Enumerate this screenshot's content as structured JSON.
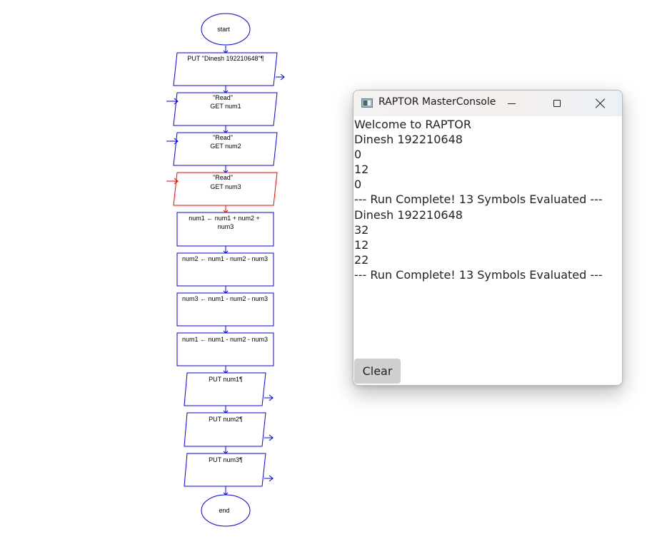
{
  "flowchart": {
    "start": "start",
    "put_name": "PUT \"Dinesh 192210648\"¶",
    "read1_line1": "\"Read\"",
    "read1_line2": "GET num1",
    "read2_line1": "\"Read\"",
    "read2_line2": "GET num2",
    "read3_line1": "\"Read\"",
    "read3_line2": "GET num3",
    "assign1_line1": "num1 ← num1 + num2 +",
    "assign1_line2": "num3",
    "assign2": "num2 ← num1 - num2 - num3",
    "assign3": "num3 ← num1 - num2 - num3",
    "assign4": "num1 ← num1 - num2 - num3",
    "put_num1": "PUT num1¶",
    "put_num2": "PUT num2¶",
    "put_num3": "PUT num3¶",
    "end": "end",
    "colors": {
      "normal": "#0000ff",
      "active": "#ff0000"
    }
  },
  "console": {
    "title": "RAPTOR MasterConsole",
    "lines": [
      "Welcome to RAPTOR",
      "Dinesh 192210648",
      "0",
      "12",
      "0",
      "--- Run Complete! 13 Symbols Evaluated ---",
      "Dinesh 192210648",
      "32",
      "12",
      "22",
      "--- Run Complete! 13 Symbols Evaluated ---"
    ],
    "clear_label": "Clear"
  },
  "icons": {
    "app": "raptor-console-icon",
    "minimize": "minimize-icon",
    "maximize": "maximize-icon",
    "close": "close-icon"
  }
}
